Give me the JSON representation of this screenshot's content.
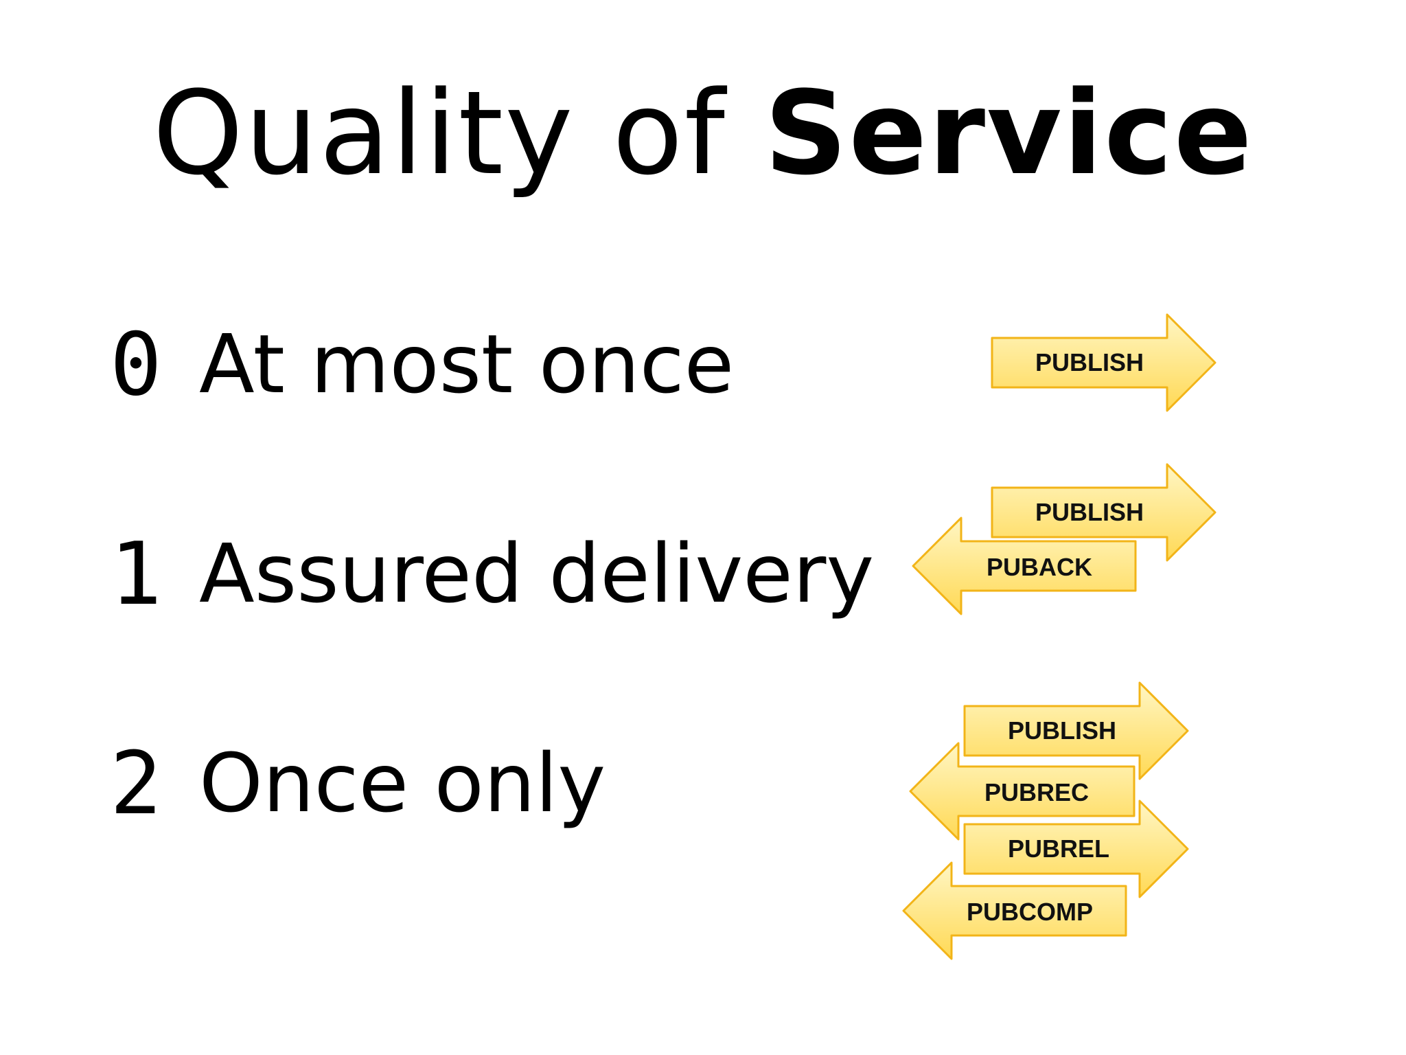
{
  "title": {
    "normal": "Quality of ",
    "bold": "Service"
  },
  "levels": [
    {
      "number": "0",
      "label": "At most once",
      "messages": [
        "PUBLISH"
      ]
    },
    {
      "number": "1",
      "label": "Assured delivery",
      "messages": [
        "PUBLISH",
        "PUBACK"
      ]
    },
    {
      "number": "2",
      "label": "Once only",
      "messages": [
        "PUBLISH",
        "PUBREC",
        "PUBREL",
        "PUBCOMP"
      ]
    }
  ],
  "colors": {
    "arrow_fill_light": "#FFF3B8",
    "arrow_fill_dark": "#FFD54A",
    "arrow_stroke": "#F2B418",
    "text": "#000000"
  }
}
